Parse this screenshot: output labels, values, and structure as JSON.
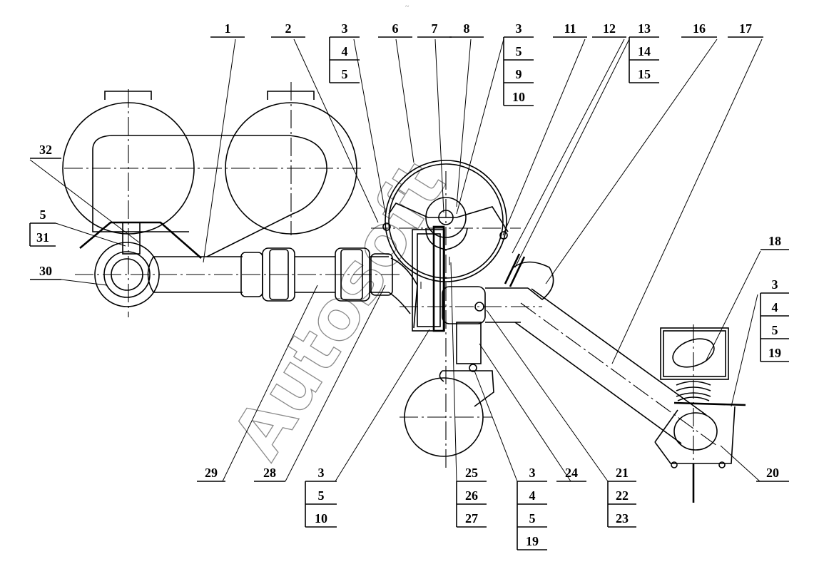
{
  "watermark": "Autosoft",
  "top_mark": "~",
  "callouts": [
    {
      "id": "c1",
      "lines": [
        "1"
      ]
    },
    {
      "id": "c2",
      "lines": [
        "2"
      ]
    },
    {
      "id": "c345a",
      "lines": [
        "3",
        "4",
        "5"
      ]
    },
    {
      "id": "c6",
      "lines": [
        "6"
      ]
    },
    {
      "id": "c7",
      "lines": [
        "7"
      ]
    },
    {
      "id": "c8",
      "lines": [
        "8"
      ]
    },
    {
      "id": "c35910",
      "lines": [
        "3",
        "5",
        "9",
        "10"
      ]
    },
    {
      "id": "c11",
      "lines": [
        "11"
      ]
    },
    {
      "id": "c12",
      "lines": [
        "12"
      ]
    },
    {
      "id": "c131415",
      "lines": [
        "13",
        "14",
        "15"
      ]
    },
    {
      "id": "c16",
      "lines": [
        "16"
      ]
    },
    {
      "id": "c17",
      "lines": [
        "17"
      ]
    },
    {
      "id": "c32",
      "lines": [
        "32"
      ]
    },
    {
      "id": "c531",
      "lines": [
        "5",
        "31"
      ]
    },
    {
      "id": "c30",
      "lines": [
        "30"
      ]
    },
    {
      "id": "c18",
      "lines": [
        "18"
      ]
    },
    {
      "id": "c34519a",
      "lines": [
        "3",
        "4",
        "5",
        "19"
      ]
    },
    {
      "id": "c20",
      "lines": [
        "20"
      ]
    },
    {
      "id": "c29",
      "lines": [
        "29"
      ]
    },
    {
      "id": "c28",
      "lines": [
        "28"
      ]
    },
    {
      "id": "c3510",
      "lines": [
        "3",
        "5",
        "10"
      ]
    },
    {
      "id": "c252627",
      "lines": [
        "25",
        "26",
        "27"
      ]
    },
    {
      "id": "c34519b",
      "lines": [
        "3",
        "4",
        "5",
        "19"
      ]
    },
    {
      "id": "c24",
      "lines": [
        "24"
      ]
    },
    {
      "id": "c212223",
      "lines": [
        "21",
        "22",
        "23"
      ]
    }
  ]
}
